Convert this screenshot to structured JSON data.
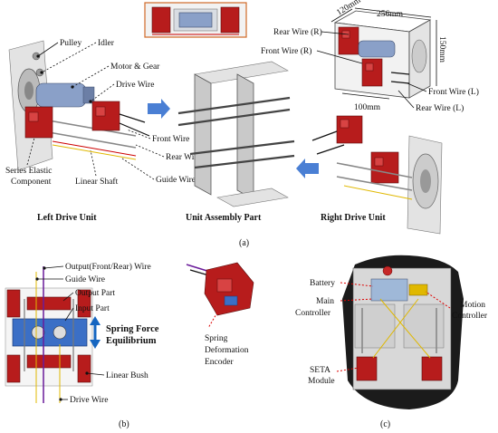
{
  "panel_a": {
    "left_labels": {
      "pulley": "Pulley",
      "idler": "Idler",
      "motor_gear": "Motor & Gear",
      "drive_wire": "Drive Wire",
      "front_wire": "Front Wire",
      "rear_wire": "Rear Wire",
      "guide_wire": "Guide Wire",
      "series_elastic_1": "Series Elastic",
      "series_elastic_2": "Component",
      "linear_shaft": "Linear Shaft"
    },
    "right_labels": {
      "rear_wire_r": "Rear Wire (R)",
      "front_wire_r": "Front Wire (R)",
      "front_wire_l": "Front Wire (L)",
      "rear_wire_l": "Rear Wire (L)"
    },
    "dimensions": {
      "depth": "120mm",
      "width": "256mm",
      "height": "150mm",
      "inner": "100mm"
    },
    "captions": {
      "left": "Left Drive Unit",
      "center": "Unit Assembly Part",
      "right": "Right Drive Unit"
    },
    "tag": "(a)"
  },
  "panel_b": {
    "labels": {
      "output_wire": "Output(Front/Rear) Wire",
      "guide_wire": "Guide Wire",
      "output_part": "Output Part",
      "input_part": "Input Part",
      "spring_1": "Spring Force",
      "spring_2": "Equilibrium",
      "linear_bush": "Linear Bush",
      "drive_wire": "Drive Wire",
      "encoder_1": "Spring",
      "encoder_2": "Deformation",
      "encoder_3": "Encoder"
    },
    "tag": "(b)"
  },
  "panel_c": {
    "labels": {
      "battery": "Battery",
      "main_1": "Main",
      "main_2": "Controller",
      "motion_1": "Motion",
      "motion_2": "Controller",
      "seta_1": "SETA",
      "seta_2": "Module"
    },
    "tag": "(c)"
  },
  "colors": {
    "red_part": "#b71c1c",
    "arrow_blue": "#4a7fd4",
    "spring_arrow": "#1565c0",
    "leader_red": "#dd0000"
  }
}
